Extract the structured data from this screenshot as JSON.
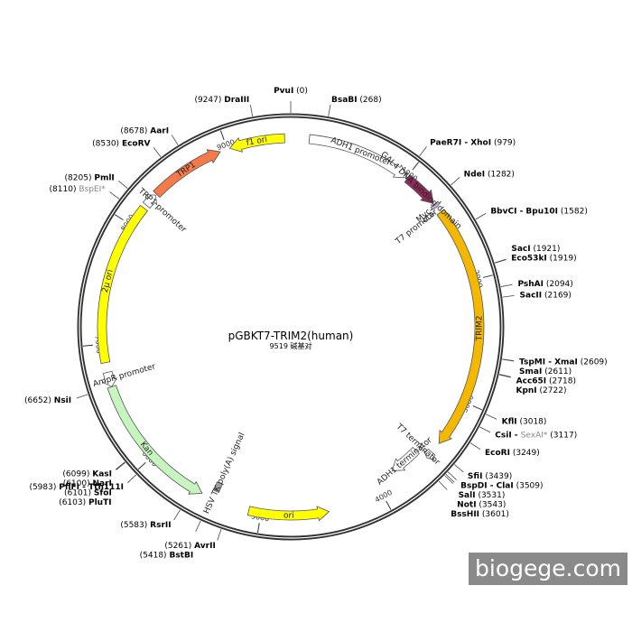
{
  "plasmid": {
    "name": "pGBKT7-TRIM2(human)",
    "size_label": "9519 碱基对",
    "length": 9519
  },
  "ticks": [
    {
      "pos": 1000,
      "label": "1000"
    },
    {
      "pos": 2000,
      "label": "2000"
    },
    {
      "pos": 3000,
      "label": "3000"
    },
    {
      "pos": 4000,
      "label": "4000"
    },
    {
      "pos": 5000,
      "label": "5000"
    },
    {
      "pos": 6000,
      "label": "6000"
    },
    {
      "pos": 7000,
      "label": "7000"
    },
    {
      "pos": 8000,
      "label": "8000"
    },
    {
      "pos": 9000,
      "label": "9000"
    }
  ],
  "sites": [
    {
      "name": "PvuI",
      "pos_label": "(0)",
      "pos": 0,
      "style": "b",
      "anchor": "top"
    },
    {
      "name": "BsaBI",
      "pos_label": "(268)",
      "pos": 268,
      "style": "b",
      "anchor": "left"
    },
    {
      "name": "PaeR7I - XhoI",
      "pos_label": "(979)",
      "pos": 979,
      "style": "b",
      "anchor": "left"
    },
    {
      "name": "NdeI",
      "pos_label": "(1282)",
      "pos": 1282,
      "style": "b",
      "anchor": "left"
    },
    {
      "name": "BbvCI - Bpu10I",
      "pos_label": "(1582)",
      "pos": 1582,
      "style": "b",
      "anchor": "left"
    },
    {
      "name": "Eco53kI",
      "pos_label": "(1919)",
      "pos": 1919,
      "style": "b",
      "anchor": "left"
    },
    {
      "name": "SacI",
      "pos_label": "(1921)",
      "pos": 1921,
      "style": "b",
      "anchor": "left"
    },
    {
      "name": "PshAI",
      "pos_label": "(2094)",
      "pos": 2094,
      "style": "b",
      "anchor": "left"
    },
    {
      "name": "SacII",
      "pos_label": "(2169)",
      "pos": 2169,
      "style": "b",
      "anchor": "left"
    },
    {
      "name": "TspMI - XmaI",
      "pos_label": "(2609)",
      "pos": 2609,
      "style": "b",
      "anchor": "left"
    },
    {
      "name": "SmaI",
      "pos_label": "(2611)",
      "pos": 2611,
      "style": "b",
      "anchor": "left"
    },
    {
      "name": "Acc65I",
      "pos_label": "(2718)",
      "pos": 2718,
      "style": "b",
      "anchor": "left"
    },
    {
      "name": "KpnI",
      "pos_label": "(2722)",
      "pos": 2722,
      "style": "b",
      "anchor": "left"
    },
    {
      "name": "KflI",
      "pos_label": "(3018)",
      "pos": 3018,
      "style": "b",
      "anchor": "left"
    },
    {
      "name": "CsiI - SexAI*",
      "name_a": "CsiI - ",
      "name_b": "SexAI*",
      "pos_label": "(3117)",
      "pos": 3117,
      "style": "mixed",
      "anchor": "left"
    },
    {
      "name": "EcoRI",
      "pos_label": "(3249)",
      "pos": 3249,
      "style": "b",
      "anchor": "left"
    },
    {
      "name": "SfiI",
      "pos_label": "(3439)",
      "pos": 3439,
      "style": "b",
      "anchor": "left"
    },
    {
      "name": "BspDI - ClaI",
      "pos_label": "(3509)",
      "pos": 3509,
      "style": "b",
      "anchor": "left"
    },
    {
      "name": "SalI",
      "pos_label": "(3531)",
      "pos": 3531,
      "style": "b",
      "anchor": "left"
    },
    {
      "name": "NotI",
      "pos_label": "(3543)",
      "pos": 3543,
      "style": "b",
      "anchor": "left"
    },
    {
      "name": "BssHII",
      "pos_label": "(3601)",
      "pos": 3601,
      "style": "b",
      "anchor": "left"
    },
    {
      "name": "AvrII",
      "pos_label": "(5261)",
      "pos": 5261,
      "style": "b",
      "anchor": "right"
    },
    {
      "name": "BstBI",
      "pos_label": "(5418)",
      "pos": 5418,
      "style": "b",
      "anchor": "right"
    },
    {
      "name": "RsrII",
      "pos_label": "(5583)",
      "pos": 5583,
      "style": "b",
      "anchor": "right"
    },
    {
      "name": "PflFI - Tth111I",
      "pos_label": "(5983)",
      "pos": 5983,
      "style": "b",
      "anchor": "right"
    },
    {
      "name": "KasI",
      "pos_label": "(6099)",
      "pos": 6099,
      "style": "b",
      "anchor": "right"
    },
    {
      "name": "NarI",
      "pos_label": "(6100)",
      "pos": 6100,
      "style": "b",
      "anchor": "right"
    },
    {
      "name": "SfoI",
      "pos_label": "(6101)",
      "pos": 6101,
      "style": "b",
      "anchor": "right"
    },
    {
      "name": "PluTI",
      "pos_label": "(6103)",
      "pos": 6103,
      "style": "b",
      "anchor": "right"
    },
    {
      "name": "NsiI",
      "pos_label": "(6652)",
      "pos": 6652,
      "style": "b",
      "anchor": "right"
    },
    {
      "name": "BspEI*",
      "pos_label": "(8110)",
      "pos": 8110,
      "style": "g",
      "anchor": "right"
    },
    {
      "name": "PmlI",
      "pos_label": "(8205)",
      "pos": 8205,
      "style": "b",
      "anchor": "right"
    },
    {
      "name": "EcoRV",
      "pos_label": "(8530)",
      "pos": 8530,
      "style": "b",
      "anchor": "right"
    },
    {
      "name": "AarI",
      "pos_label": "(8678)",
      "pos": 8678,
      "style": "b",
      "anchor": "right"
    },
    {
      "name": "DraIII",
      "pos_label": "(9247)",
      "pos": 9247,
      "style": "b",
      "anchor": "right"
    }
  ],
  "features": [
    {
      "name": "ADH1 promoter",
      "start": 150,
      "end": 1000,
      "dir": 1,
      "color": "#ffffff",
      "ring": "outer",
      "label": "ADH1 promoter"
    },
    {
      "name": "GAL4 DNA binding domain",
      "start": 1010,
      "end": 1300,
      "dir": 1,
      "color": "#8e2b58",
      "ring": "outer",
      "label": "GAL4 DNA binding domain"
    },
    {
      "name": "Myc",
      "start": 1310,
      "end": 1340,
      "dir": 1,
      "color": "#c8aee0",
      "ring": "outer",
      "label": "Myc"
    },
    {
      "name": "T7 promoter",
      "start": 1345,
      "end": 1380,
      "dir": 1,
      "color": "#ffffff",
      "ring": "inner",
      "label": "T7 promoter"
    },
    {
      "name": "TRIM2",
      "start": 1390,
      "end": 3390,
      "dir": 1,
      "color": "#f5b800",
      "ring": "outer",
      "label": "TRIM2"
    },
    {
      "name": "T7 terminator",
      "start": 3480,
      "end": 3540,
      "dir": 1,
      "color": "#ffffff",
      "ring": "outer",
      "label": "T7 terminator"
    },
    {
      "name": "ADH1 terminator",
      "start": 3560,
      "end": 3830,
      "dir": 1,
      "color": "#ffffff",
      "ring": "inner",
      "label": "ADH1 terminator"
    },
    {
      "name": "ori",
      "start": 4450,
      "end": 5100,
      "dir": -1,
      "color": "#ffff00",
      "ring": "outer",
      "label": "ori"
    },
    {
      "name": "HSV TK poly(A) signal",
      "start": 5380,
      "end": 5430,
      "dir": 0,
      "color": "#a0a0a0",
      "ring": "inner",
      "label": "HSV TK poly(A) signal"
    },
    {
      "name": "Kan",
      "start": 5500,
      "end": 6650,
      "dir": -1,
      "color": "#c6f5c0",
      "ring": "outer",
      "label": "Kan"
    },
    {
      "name": "AmpR promoter",
      "start": 6650,
      "end": 6770,
      "dir": -1,
      "color": "#ffffff",
      "ring": "outer",
      "label": "AmpR promoter"
    },
    {
      "name": "2μ ori",
      "start": 6850,
      "end": 8170,
      "dir": 0,
      "color": "#ffff00",
      "ring": "outer",
      "label": "2μ ori"
    },
    {
      "name": "TRP1 promoter",
      "start": 8200,
      "end": 8310,
      "dir": 1,
      "color": "#ffffff",
      "ring": "outer",
      "label": "TRP1 promoter"
    },
    {
      "name": "TRP1",
      "start": 8320,
      "end": 8940,
      "dir": 1,
      "color": "#f57a4a",
      "ring": "outer",
      "label": "TRP1"
    },
    {
      "name": "f1 ori",
      "start": 9020,
      "end": 9470,
      "dir": -1,
      "color": "#ffff00",
      "ring": "outer",
      "label": "f1 ori"
    }
  ],
  "watermark": "biogege.com"
}
